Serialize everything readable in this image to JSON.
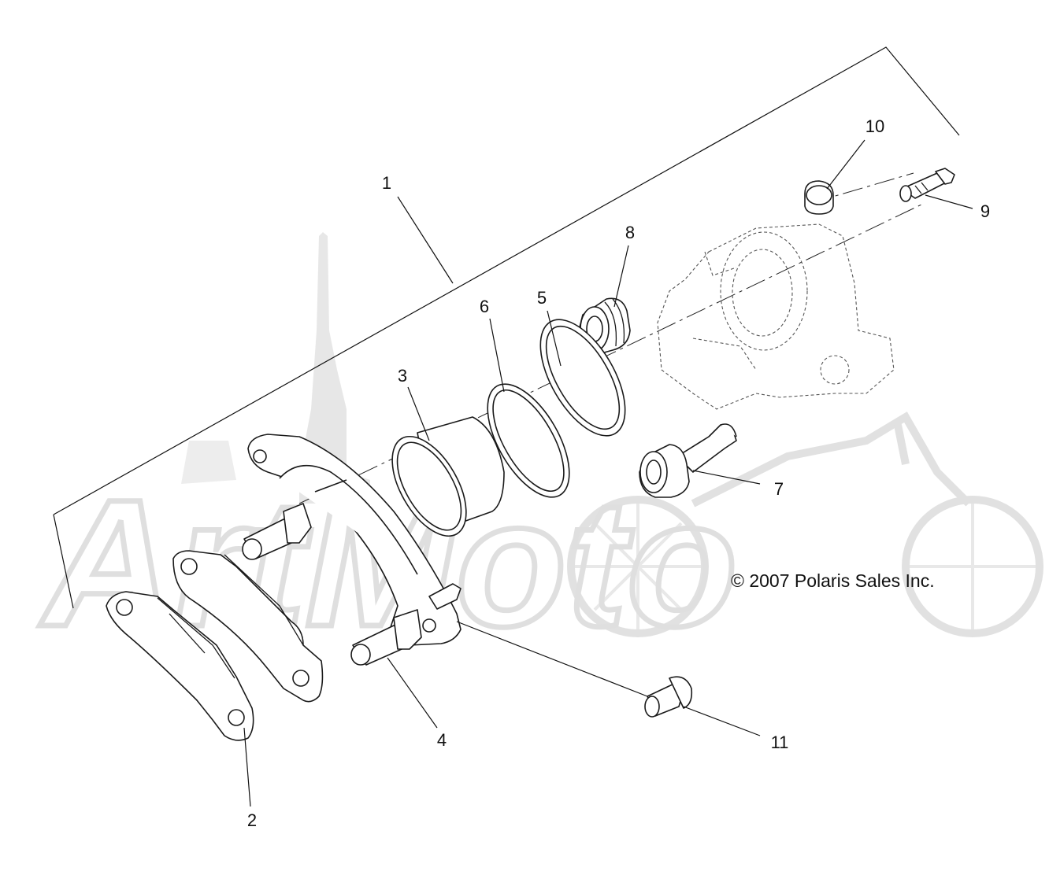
{
  "diagram": {
    "copyright": "© 2007 Polaris Sales Inc.",
    "callouts": [
      {
        "id": "1",
        "label": "1"
      },
      {
        "id": "2",
        "label": "2"
      },
      {
        "id": "3",
        "label": "3"
      },
      {
        "id": "4",
        "label": "4"
      },
      {
        "id": "5",
        "label": "5"
      },
      {
        "id": "6",
        "label": "6"
      },
      {
        "id": "7",
        "label": "7"
      },
      {
        "id": "8",
        "label": "8"
      },
      {
        "id": "9",
        "label": "9"
      },
      {
        "id": "10",
        "label": "10"
      },
      {
        "id": "11",
        "label": "11"
      }
    ]
  },
  "watermark": {
    "text": "ArtMoto",
    "color": "#dcdcdc"
  },
  "colors": {
    "line": "#1a1a1a",
    "background": "#ffffff"
  }
}
